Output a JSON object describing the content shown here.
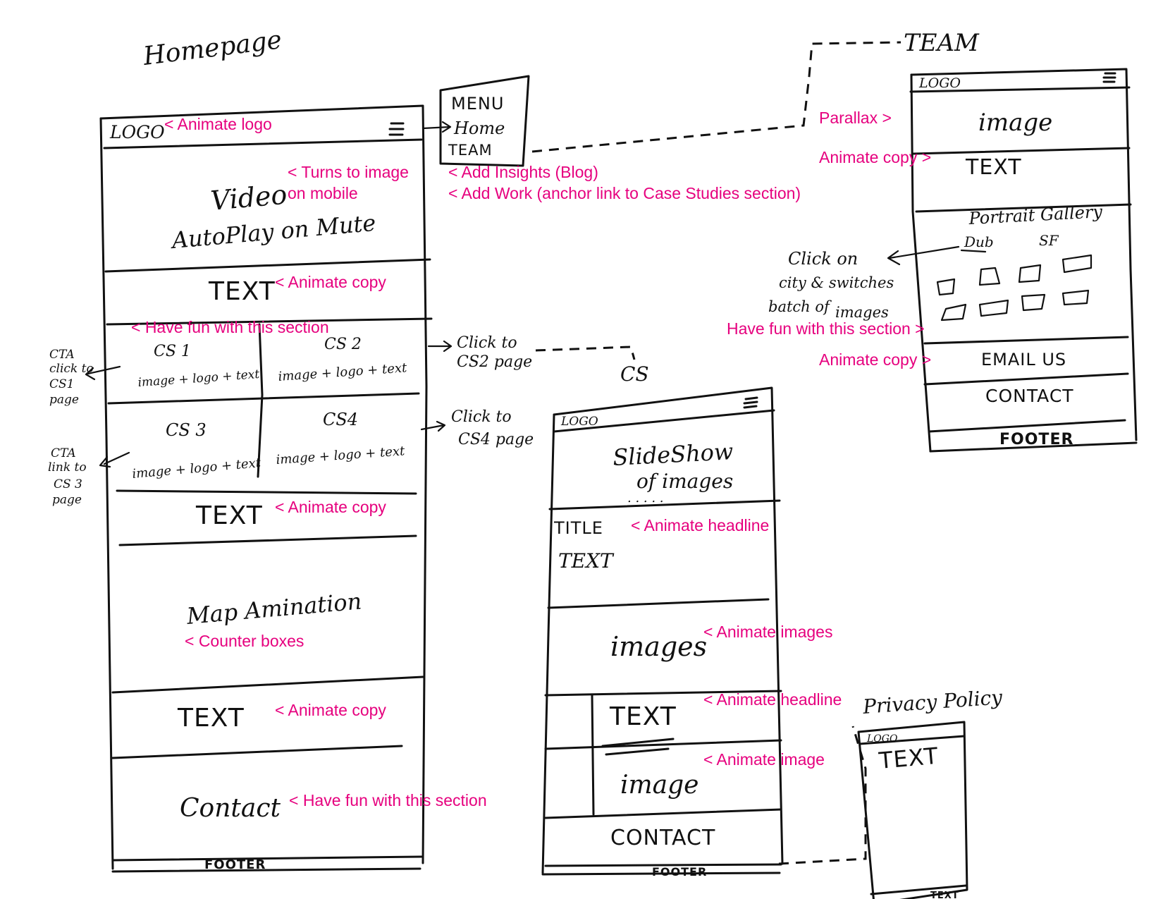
{
  "accent_color": "#e6007e",
  "sketch_color": "#111111",
  "page_titles": {
    "homepage": "Homepage",
    "team": "TEAM",
    "cs": "CS",
    "privacy": "Privacy Policy"
  },
  "menu": {
    "title": "MENU",
    "items": [
      "Home",
      "TEAM"
    ]
  },
  "homepage": {
    "logo": "LOGO",
    "video_line1": "Video",
    "video_line2": "AutoPlay on Mute",
    "text1": "TEXT",
    "cs1_title": "CS 1",
    "cs1_body": "image + logo + text",
    "cs2_title": "CS 2",
    "cs2_body": "image + logo + text",
    "cs3_title": "CS 3",
    "cs3_body": "image + logo + text",
    "cs4_title": "CS4",
    "cs4_body": "image + logo + text",
    "text2": "TEXT",
    "map": "Map Amination",
    "text3": "TEXT",
    "contact": "Contact",
    "footer": "FOOTER",
    "left_note1": [
      "CTA",
      "click to",
      "CS1",
      "page"
    ],
    "left_note2": [
      "CTA",
      "link to",
      "CS 3",
      "page"
    ],
    "click_cs2": [
      "Click to",
      "CS2 page"
    ],
    "click_cs4": [
      "Click to",
      "CS4 page"
    ]
  },
  "team_page": {
    "logo": "LOGO",
    "image": "image",
    "text": "TEXT",
    "gallery": "Portrait Gallery",
    "city1": "Dub",
    "city2": "SF",
    "email": "EMAIL US",
    "contact": "CONTACT",
    "footer": "FOOTER",
    "click_note": [
      "Click on",
      "city & switches",
      "batch of",
      "images"
    ]
  },
  "cs_page": {
    "logo": "LOGO",
    "slideshow_line1": "SlideShow",
    "slideshow_line2": "of images",
    "dots": ". . . . .",
    "title": "TITLE",
    "text": "TEXT",
    "images": "images",
    "text2": "TEXT",
    "image": "image",
    "contact": "CONTACT",
    "footer": "FOOTER"
  },
  "privacy_page": {
    "logo": "LOGO",
    "text": "TEXT",
    "footer": "TEXT"
  },
  "annotations": {
    "animate_logo": "< Animate logo",
    "turns_image_1": "< Turns to image",
    "turns_image_2": "on mobile",
    "add_insights": "< Add Insights (Blog)",
    "add_work": "< Add Work (anchor link to Case Studies section)",
    "animate_copy_home_1": "< Animate copy",
    "have_fun_cs": "< Have fun with this section",
    "animate_copy_home_2": "< Animate copy",
    "counter_boxes": "< Counter boxes",
    "animate_copy_home_3": "< Animate copy",
    "have_fun_contact": "< Have fun with this section",
    "parallax": "Parallax >",
    "animate_copy_team_1": "Animate copy >",
    "have_fun_team": "Have fun with this section >",
    "animate_copy_team_2": "Animate copy >",
    "animate_headline_1": "< Animate headline",
    "animate_images": "< Animate images",
    "animate_headline_2": "< Animate headline",
    "animate_image": "< Animate image"
  }
}
